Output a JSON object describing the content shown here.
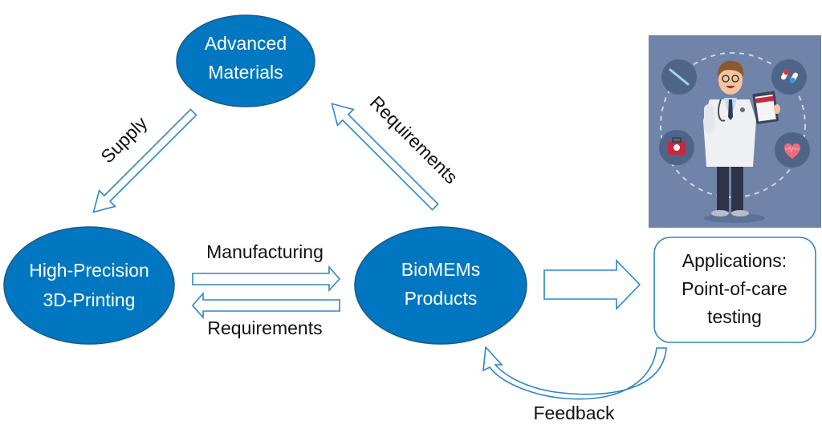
{
  "nodes": {
    "advanced_materials": [
      "Advanced",
      "Materials"
    ],
    "high_precision": [
      "High-Precision",
      "3D-Printing"
    ],
    "biomems": [
      "BioMEMs",
      "Products"
    ],
    "applications": [
      "Applications:",
      "Point-of-care",
      "testing"
    ]
  },
  "edges": {
    "supply": "Supply",
    "requirements_diag": "Requirements",
    "manufacturing": "Manufacturing",
    "requirements_horiz": "Requirements",
    "feedback": "Feedback"
  },
  "illustration": {
    "subject": "doctor-with-clipboard",
    "icons": [
      "syringe-icon",
      "pills-icon",
      "first-aid-kit-icon",
      "heart-rate-icon"
    ]
  },
  "colors": {
    "node_fill": "#0077C0",
    "arrow_stroke": "#2E86C9",
    "illustration_bg": "#6F84A8",
    "icon_circle": "#4E6587"
  }
}
